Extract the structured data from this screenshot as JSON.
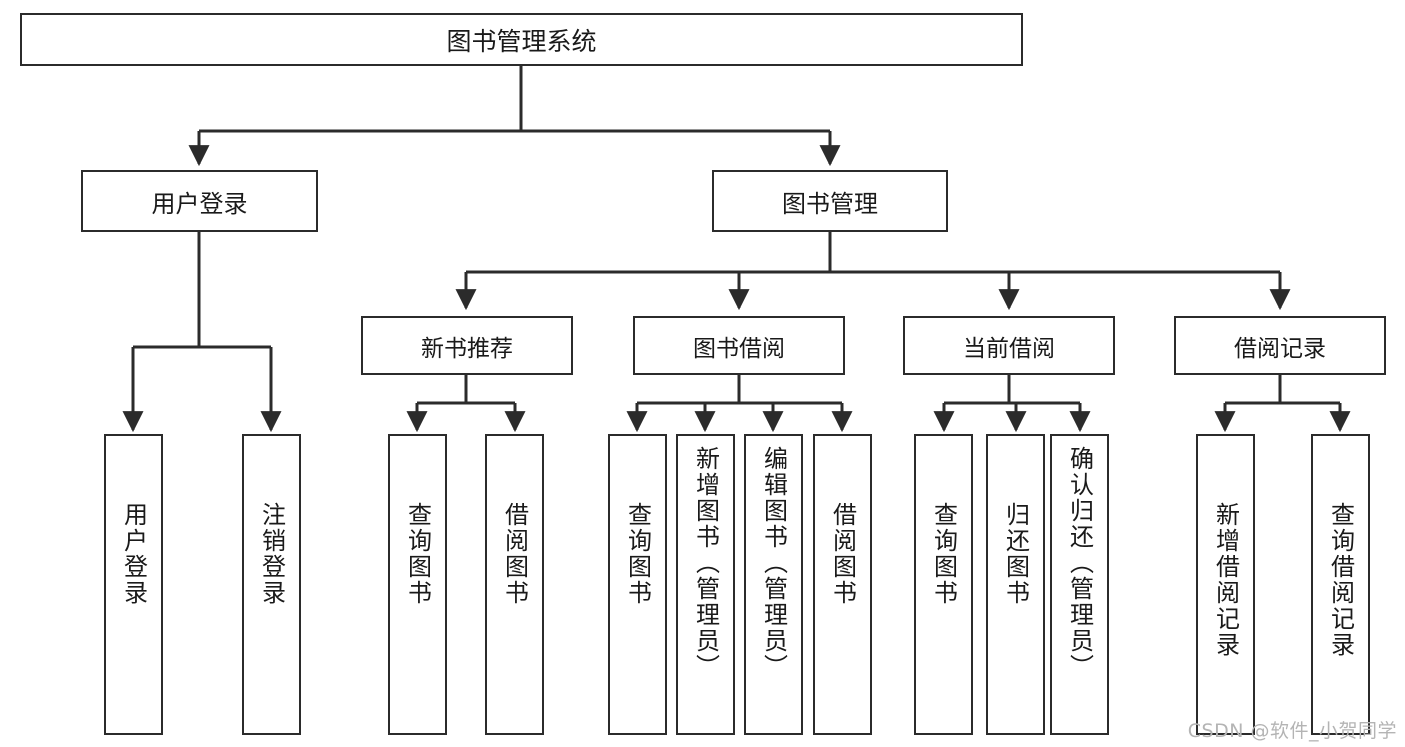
{
  "diagram": {
    "title": "图书管理系统",
    "type": "hierarchy-tree",
    "watermark": "CSDN @软件_小贺同学",
    "colors": {
      "stroke": "#2b2b2b",
      "box_fill": "#ffffff",
      "text": "#1a1a1a",
      "watermark": "#b4b4b4",
      "background": "#ffffff"
    },
    "nodes": {
      "root": {
        "label": "图书管理系统"
      },
      "level2": [
        {
          "id": "user-login",
          "label": "用户登录"
        },
        {
          "id": "book-manage",
          "label": "图书管理"
        }
      ],
      "level3": [
        {
          "id": "new-book-rec",
          "label": "新书推荐"
        },
        {
          "id": "book-borrow",
          "label": "图书借阅"
        },
        {
          "id": "current-borrow",
          "label": "当前借阅"
        },
        {
          "id": "borrow-record",
          "label": "借阅记录"
        }
      ],
      "leaves": {
        "user_login": [
          {
            "id": "leaf-user-login",
            "label": "用户登录"
          },
          {
            "id": "leaf-logout",
            "label": "注销登录"
          }
        ],
        "new_book_rec": [
          {
            "id": "leaf-query-book-1",
            "label": "查询图书"
          },
          {
            "id": "leaf-borrow-book-1",
            "label": "借阅图书"
          }
        ],
        "book_borrow": [
          {
            "id": "leaf-query-book-2",
            "label": "查询图书"
          },
          {
            "id": "leaf-add-book",
            "label": "新增图书（管理员）"
          },
          {
            "id": "leaf-edit-book",
            "label": "编辑图书（管理员）"
          },
          {
            "id": "leaf-borrow-book-2",
            "label": "借阅图书"
          }
        ],
        "current_borrow": [
          {
            "id": "leaf-query-book-3",
            "label": "查询图书"
          },
          {
            "id": "leaf-return-book",
            "label": "归还图书"
          },
          {
            "id": "leaf-confirm-return",
            "label": "确认归还（管理员）"
          }
        ],
        "borrow_record": [
          {
            "id": "leaf-add-record",
            "label": "新增借阅记录"
          },
          {
            "id": "leaf-query-record",
            "label": "查询借阅记录"
          }
        ]
      }
    }
  }
}
